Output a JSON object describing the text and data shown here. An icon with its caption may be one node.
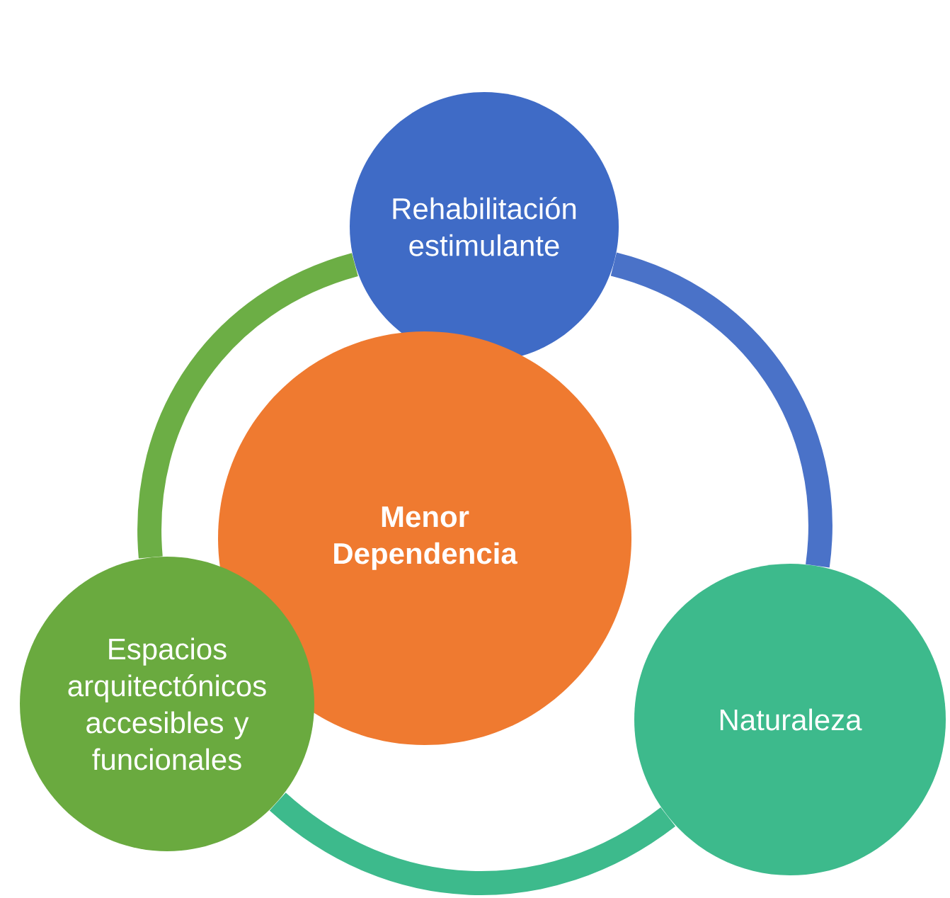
{
  "diagram": {
    "nodes": [
      {
        "text": [
          "Rehabilitación estimulante"
        ]
      },
      {
        "text": [
          "Menor Dependencia"
        ]
      },
      {
        "text": [
          "Espacios arquitectónicos accesibles y funcionales"
        ]
      },
      {
        "text": [
          "Naturaleza"
        ]
      }
    ],
    "edges": [
      {
        "from": 0,
        "to": 3,
        "arrow": "none",
        "color": "#4a72c8"
      },
      {
        "from": 3,
        "to": 2,
        "arrow": "none",
        "color": "#3dba8c"
      },
      {
        "from": 2,
        "to": 0,
        "arrow": "none",
        "color": "#6cae45"
      }
    ]
  }
}
